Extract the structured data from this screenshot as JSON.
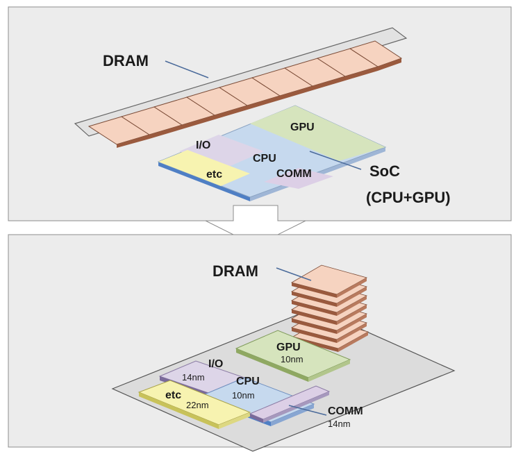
{
  "top_panel": {
    "dram_label": "DRAM",
    "soc_label_line1": "SoC",
    "soc_label_line2": "(CPU+GPU)",
    "blocks": {
      "gpu": "GPU",
      "io": "I/O",
      "cpu": "CPU",
      "comm": "COMM",
      "etc": "etc"
    }
  },
  "bottom_panel": {
    "dram_label": "DRAM",
    "blocks": {
      "gpu": {
        "label": "GPU",
        "node": "10nm"
      },
      "io": {
        "label": "I/O",
        "node": "14nm"
      },
      "cpu": {
        "label": "CPU",
        "node": "10nm"
      },
      "etc": {
        "label": "etc",
        "node": "22nm"
      },
      "comm": {
        "label": "COMM",
        "node": "14nm"
      }
    }
  },
  "colors": {
    "panel_bg": "#ececec",
    "dram_chip": "#f6d3c0",
    "gpu": "#d6e4bd",
    "io": "#ddd5e8",
    "cpu": "#c6d9ee",
    "etc": "#f7f3b0",
    "comm": "#dccfe6"
  }
}
